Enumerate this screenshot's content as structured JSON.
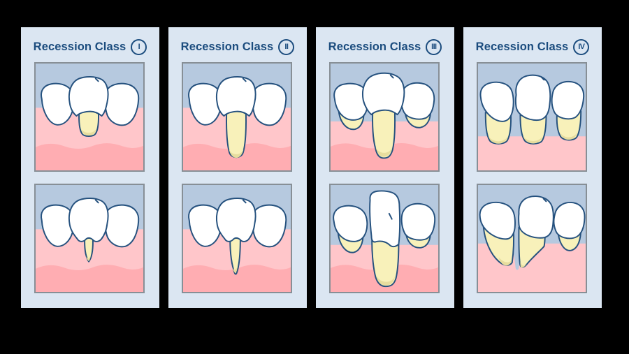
{
  "page": {
    "background": "#000000",
    "description_title": "Gingival recession classification diagram"
  },
  "palette": {
    "panel_bg": "#dbe6f2",
    "title_color": "#1b4c7e",
    "frame_border": "#878f96",
    "sky": "#b6c9df",
    "gum_light": "#ffc6ca",
    "gum_dark": "#ffadb2",
    "tooth": "#ffffff",
    "outline": "#25517e",
    "root": "#f8f1ba",
    "root_shade": "#e7dd9e"
  },
  "panels": [
    {
      "id": "class-i",
      "title": "Recession Class",
      "numeral": "I"
    },
    {
      "id": "class-ii",
      "title": "Recession Class",
      "numeral": "II"
    },
    {
      "id": "class-iii",
      "title": "Recession Class",
      "numeral": "III"
    },
    {
      "id": "class-iv",
      "title": "Recession Class",
      "numeral": "IV"
    }
  ]
}
